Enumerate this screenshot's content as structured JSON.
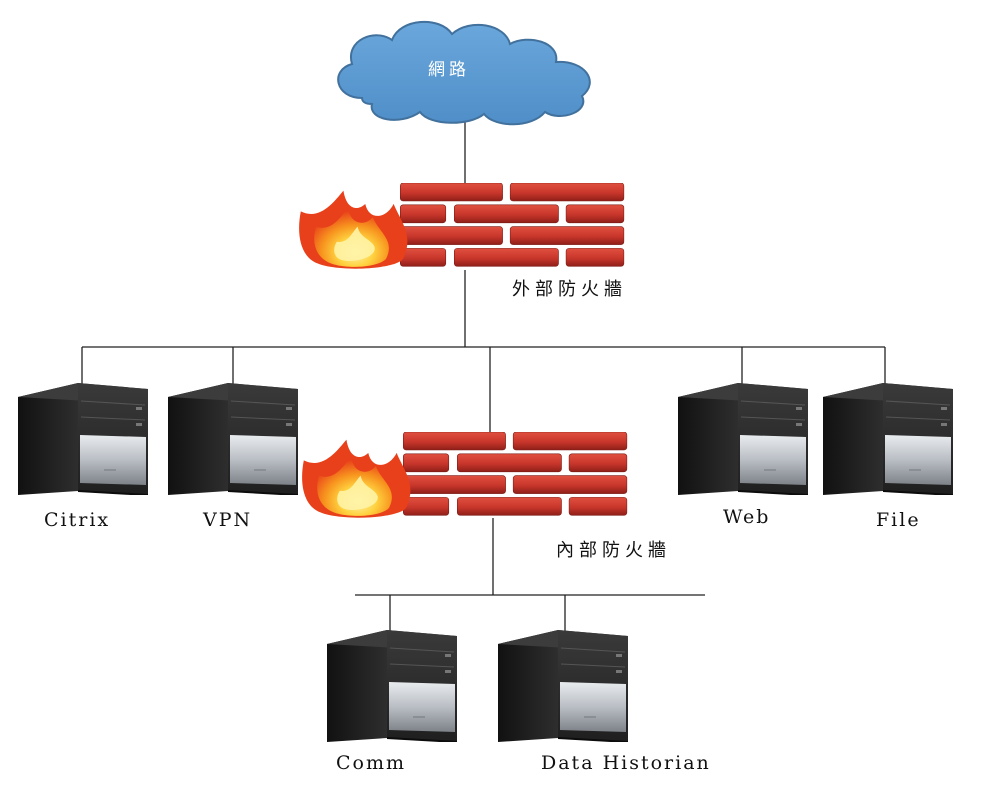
{
  "network": {
    "label": "網路",
    "icon": "cloud-icon"
  },
  "firewalls": {
    "external": {
      "label": "外部防火牆",
      "icon": "firewall-icon"
    },
    "internal": {
      "label": "內部防火牆",
      "icon": "firewall-icon"
    }
  },
  "servers": {
    "citrix": {
      "label": "Citrix",
      "icon": "server-tower-icon"
    },
    "vpn": {
      "label": "VPN",
      "icon": "server-tower-icon"
    },
    "web": {
      "label": "Web",
      "icon": "server-tower-icon"
    },
    "file": {
      "label": "File",
      "icon": "server-tower-icon"
    },
    "comm": {
      "label": "Comm",
      "icon": "server-tower-icon"
    },
    "data_historian": {
      "label": "Data Historian",
      "icon": "server-tower-icon"
    }
  },
  "colors": {
    "cloud_fill": "#5b9bd5",
    "cloud_stroke": "#41719c",
    "brick": "#c8362b",
    "brick_dark": "#8e1f18",
    "flame_outer": "#e8401a",
    "flame_mid": "#f7931e",
    "flame_inner": "#ffe27a",
    "line": "#222222",
    "server_body": "#2b2b2b"
  }
}
